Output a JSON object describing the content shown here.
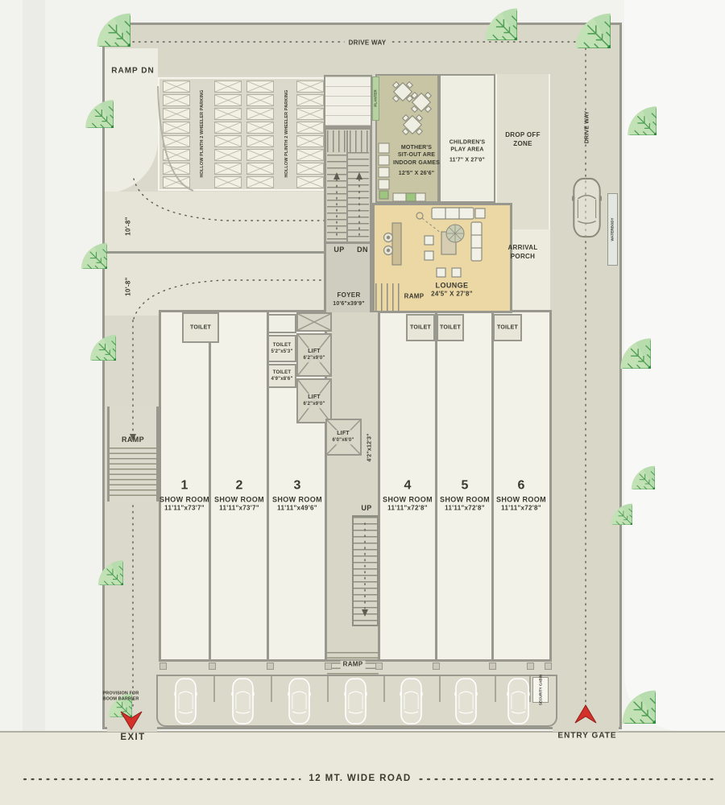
{
  "site": {
    "drive_way": "DRIVE WAY",
    "ramp_dn": "RAMP DN",
    "hollow_plinth_parking": "HOLLOW PLINTH 2 WHEELER PARKING",
    "planter": "PLANTER",
    "waterbody": "WATERBODY",
    "drop_off_l1": "DROP OFF",
    "drop_off_l2": "ZONE",
    "arrival_l1": "ARRIVAL",
    "arrival_l2": "PORCH",
    "lane_dim": "10'-8\"",
    "up": "UP",
    "dn": "DN",
    "ramp": "RAMP",
    "exit": "EXIT",
    "entry_gate": "ENTRY GATE",
    "provision_l1": "PROVISION FOR",
    "provision_l2": "BOOM BARRIER",
    "security_cabin": "SECURITY CABIN",
    "road": "12 MT. WIDE ROAD"
  },
  "rooms": {
    "mothers_sitout": {
      "l1": "MOTHER'S",
      "l2": "SIT-OUT ARE",
      "l3": "INDOOR GAMES",
      "dims": "12'5\" X 26'6\""
    },
    "childrens_play": {
      "l1": "CHILDREN'S",
      "l2": "PLAY AREA",
      "dims": "11'7\" X 27'0\""
    },
    "lounge": {
      "name": "LOUNGE",
      "dims": "24'5\" X 27'8\""
    },
    "foyer": {
      "name": "FOYER",
      "dims": "10'6\"x39'9\""
    },
    "toilet": "TOILET",
    "toilet_a": {
      "name": "TOILET",
      "dims": "5'2\"x5'3\""
    },
    "toilet_b": {
      "name": "TOILET",
      "dims": "4'9\"x8'6\""
    },
    "lift_a": {
      "name": "LIFT",
      "dims": "6'2\"x9'0\""
    },
    "lift_b": {
      "name": "LIFT",
      "dims": "6'2\"x9'0\""
    },
    "lift_c": {
      "name": "LIFT",
      "dims": "6'0\"x6'0\""
    },
    "stair_shaft_dims": "4'2\"x12'3\""
  },
  "showrooms": [
    {
      "no": "1",
      "name": "SHOW ROOM",
      "dims": "11'11\"x73'7\""
    },
    {
      "no": "2",
      "name": "SHOW ROOM",
      "dims": "11'11\"x73'7\""
    },
    {
      "no": "3",
      "name": "SHOW ROOM",
      "dims": "11'11\"x49'6\""
    },
    {
      "no": "4",
      "name": "SHOW ROOM",
      "dims": "11'11\"x72'8\""
    },
    {
      "no": "5",
      "name": "SHOW ROOM",
      "dims": "11'11\"x72'8\""
    },
    {
      "no": "6",
      "name": "SHOW ROOM",
      "dims": "11'11\"x72'8\""
    }
  ],
  "colors": {
    "site": "#dbd9cb",
    "lounge": "#ecd8a5",
    "sitout": "#c8c5a4",
    "tree": "#b7dcae",
    "accent_red": "#d3312a"
  }
}
